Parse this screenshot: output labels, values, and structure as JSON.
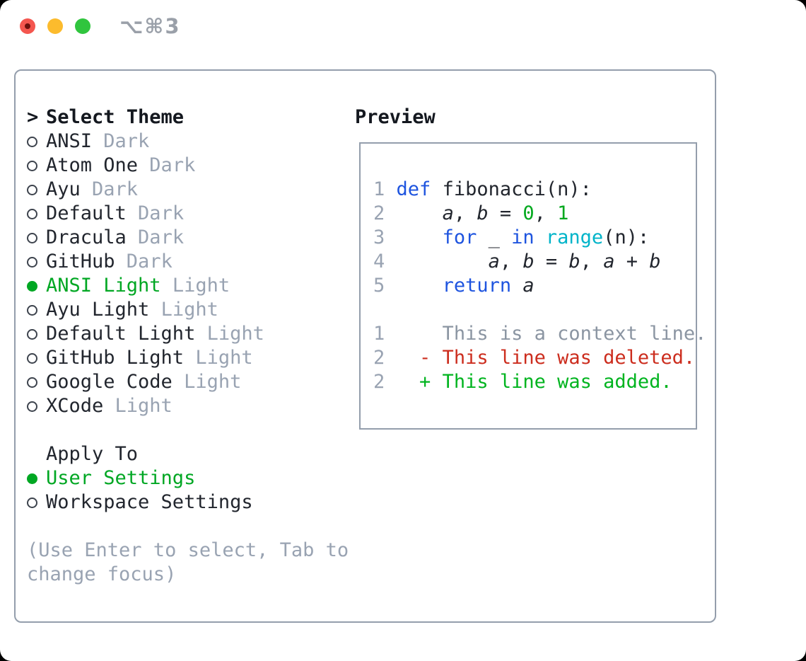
{
  "titlebar": {
    "hotkey": "⌥⌘3"
  },
  "panel": {
    "cursor_marker": ">",
    "theme_section": {
      "title": "Select Theme",
      "items": [
        {
          "label": "ANSI",
          "tag": "Dark",
          "selected": false
        },
        {
          "label": "Atom One",
          "tag": "Dark",
          "selected": false
        },
        {
          "label": "Ayu",
          "tag": "Dark",
          "selected": false
        },
        {
          "label": "Default",
          "tag": "Dark",
          "selected": false
        },
        {
          "label": "Dracula",
          "tag": "Dark",
          "selected": false
        },
        {
          "label": "GitHub",
          "tag": "Dark",
          "selected": false
        },
        {
          "label": "ANSI Light",
          "tag": "Light",
          "selected": true
        },
        {
          "label": "Ayu Light",
          "tag": "Light",
          "selected": false
        },
        {
          "label": "Default Light",
          "tag": "Light",
          "selected": false
        },
        {
          "label": "GitHub Light",
          "tag": "Light",
          "selected": false
        },
        {
          "label": "Google Code",
          "tag": "Light",
          "selected": false
        },
        {
          "label": "XCode",
          "tag": "Light",
          "selected": false
        }
      ]
    },
    "apply_section": {
      "title": "Apply To",
      "options": [
        {
          "label": "User Settings",
          "selected": true
        },
        {
          "label": "Workspace Settings",
          "selected": false
        }
      ]
    },
    "help": {
      "line1": "(Use Enter to select, Tab to",
      "line2": "change focus)"
    }
  },
  "preview": {
    "title": "Preview",
    "code_lines": [
      {
        "num": "1",
        "tokens": [
          {
            "t": "def",
            "c": "kw"
          },
          {
            "t": " fibonacci(n):",
            "c": "pl"
          }
        ]
      },
      {
        "num": "2",
        "tokens": [
          {
            "t": "    ",
            "c": "pl"
          },
          {
            "t": "a",
            "c": "var"
          },
          {
            "t": ", ",
            "c": "pl"
          },
          {
            "t": "b",
            "c": "var"
          },
          {
            "t": " = ",
            "c": "pl"
          },
          {
            "t": "0",
            "c": "num"
          },
          {
            "t": ", ",
            "c": "pl"
          },
          {
            "t": "1",
            "c": "num"
          }
        ]
      },
      {
        "num": "3",
        "tokens": [
          {
            "t": "    ",
            "c": "pl"
          },
          {
            "t": "for",
            "c": "kw"
          },
          {
            "t": " _ ",
            "c": "pl"
          },
          {
            "t": "in",
            "c": "kw"
          },
          {
            "t": " ",
            "c": "pl"
          },
          {
            "t": "range",
            "c": "fn"
          },
          {
            "t": "(n):",
            "c": "pl"
          }
        ]
      },
      {
        "num": "4",
        "tokens": [
          {
            "t": "        ",
            "c": "pl"
          },
          {
            "t": "a",
            "c": "var"
          },
          {
            "t": ", ",
            "c": "pl"
          },
          {
            "t": "b",
            "c": "var"
          },
          {
            "t": " = ",
            "c": "pl"
          },
          {
            "t": "b",
            "c": "var"
          },
          {
            "t": ", ",
            "c": "pl"
          },
          {
            "t": "a",
            "c": "var"
          },
          {
            "t": " + ",
            "c": "pl"
          },
          {
            "t": "b",
            "c": "var"
          }
        ]
      },
      {
        "num": "5",
        "tokens": [
          {
            "t": "    ",
            "c": "pl"
          },
          {
            "t": "return",
            "c": "kw"
          },
          {
            "t": " ",
            "c": "pl"
          },
          {
            "t": "a",
            "c": "var"
          }
        ]
      }
    ],
    "diff_lines": [
      {
        "num": "1",
        "kind": "context",
        "marker": " ",
        "text": "This is a context line."
      },
      {
        "num": "2",
        "kind": "deleted",
        "marker": "-",
        "text": "This line was deleted."
      },
      {
        "num": "2",
        "kind": "added",
        "marker": "+",
        "text": "This line was added."
      }
    ]
  },
  "colors": {
    "accent_green": "#00a723",
    "diff_added": "#00b41f",
    "diff_deleted": "#cc2d1e",
    "keyword_blue": "#1e54df",
    "builtin_cyan": "#00b4c9",
    "number_green": "#00a81d",
    "muted_gray": "#99a3b2",
    "border_gray": "#949eac",
    "traffic_red": "#f4564f",
    "traffic_yellow": "#fcbb2d",
    "traffic_green": "#30c53e"
  }
}
